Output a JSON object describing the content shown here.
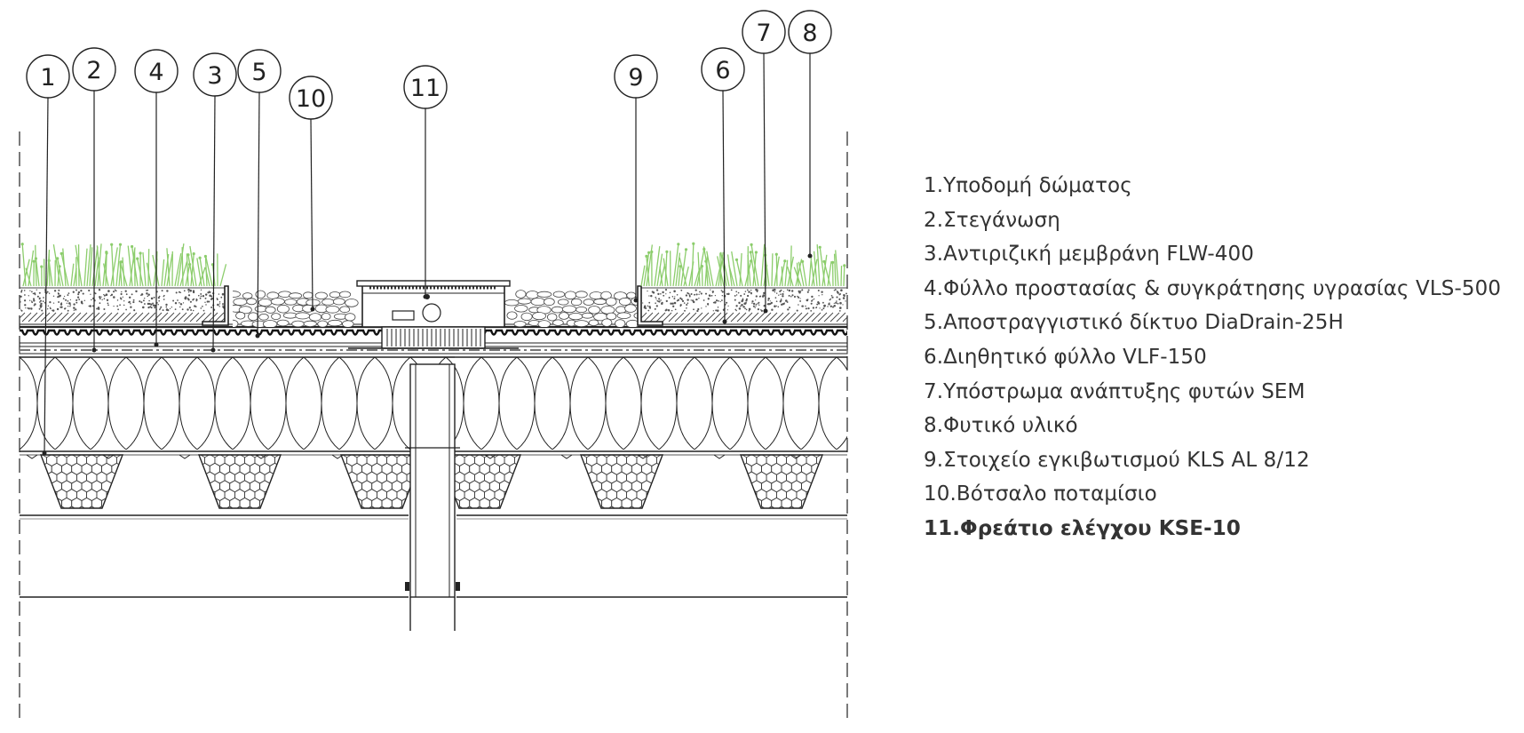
{
  "callouts": [
    {
      "num": "1"
    },
    {
      "num": "2"
    },
    {
      "num": "4"
    },
    {
      "num": "3"
    },
    {
      "num": "5"
    },
    {
      "num": "10"
    },
    {
      "num": "11"
    },
    {
      "num": "9"
    },
    {
      "num": "6"
    },
    {
      "num": "7"
    },
    {
      "num": "8"
    }
  ],
  "legend": [
    {
      "text": "1.Υποδομή δώματος"
    },
    {
      "text": "2.Στεγάνωση"
    },
    {
      "text": "3.Αντιριζική μεμβράνη FLW-400"
    },
    {
      "text": "4.Φύλλο προστασίας & συγκράτησης υγρασίας VLS-500"
    },
    {
      "text": "5.Αποστραγγιστικό δίκτυο DiaDrain-25H"
    },
    {
      "text": "6.Διηθητικό φύλλο VLF-150"
    },
    {
      "text": "7.Υπόστρωμα ανάπτυξης φυτών SEM"
    },
    {
      "text": "8.Φυτικό υλικό"
    },
    {
      "text": "9.Στοιχείο εγκιβωτισμού KLS AL 8/12"
    },
    {
      "text": "10.Βότσαλο ποταμίσιο"
    },
    {
      "text": "11.Φρεάτιο ελέγχου KSE-10",
      "emphasis": "bold"
    }
  ]
}
